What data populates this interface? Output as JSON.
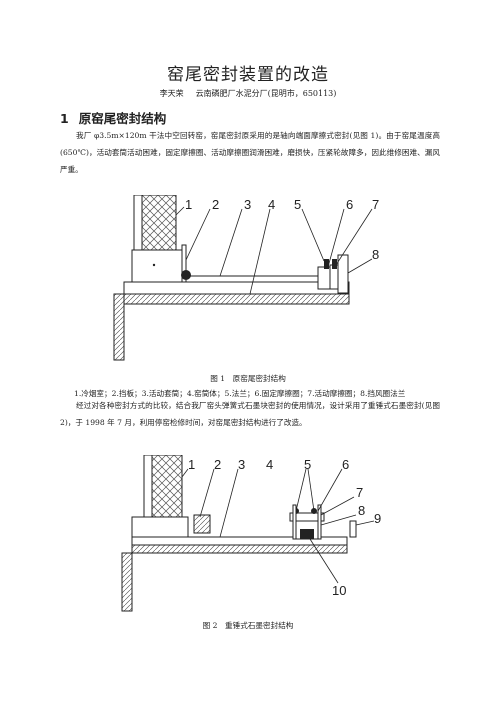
{
  "header": {
    "title": "窑尾密封装置的改造",
    "author": "李天荣",
    "affiliation": "云南磷肥厂水泥分厂(昆明市，650113)"
  },
  "section1": {
    "number": "1",
    "heading": "原窑尾密封结构",
    "paragraph": "我厂 φ3.5m×120m 干法中空回转窑，窑尾密封原采用的是轴向端面摩擦式密封(见图 1)。由于窑尾温度高(650℃)，活动套筒活动困难，固定摩擦圈、活动摩擦圈润滑困难，磨损快，压紧轮故障多，因此维修困难、漏风严重。"
  },
  "figure1": {
    "caption": "图 1　原窑尾密封结构",
    "labels": [
      "1",
      "2",
      "3",
      "4",
      "5",
      "6",
      "7",
      "8"
    ],
    "legend": "1.冷烟室；2.挡板；3.活动套筒；4.窑筒体；5.法兰；6.固定摩擦圈；7.活动摩擦圈；8.挡风圈法兰"
  },
  "paragraph2": "经过对各种密封方式的比较，结合我厂窑头弹簧式石墨块密封的使用情况，设计采用了重锤式石墨密封(见图 2)，于 1998 年 7 月，利用停窑检修时间，对窑尾密封结构进行了改造。",
  "figure2": {
    "caption": "图 2　重锤式石墨密封结构",
    "labels": [
      "1",
      "2",
      "3",
      "4",
      "5",
      "6",
      "7",
      "8",
      "9",
      "10"
    ]
  }
}
